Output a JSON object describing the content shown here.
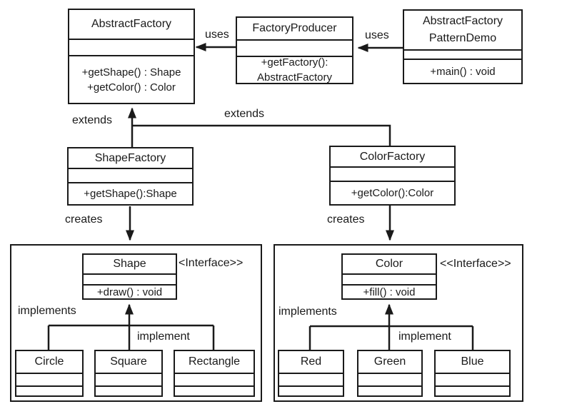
{
  "colors": {
    "background": "#ffffff",
    "line": "#1a1a1a",
    "text": "#1a1a1a"
  },
  "classes": {
    "abstract_factory": {
      "name": "AbstractFactory",
      "methods": "+getShape() : Shape\n+getColor() : Color"
    },
    "factory_producer": {
      "name": "FactoryProducer",
      "methods": "+getFactory():\nAbstractFactory"
    },
    "pattern_demo": {
      "name": "AbstractFactory\nPatternDemo",
      "methods": "+main() : void"
    },
    "shape_factory": {
      "name": "ShapeFactory",
      "methods": "+getShape():Shape"
    },
    "color_factory": {
      "name": "ColorFactory",
      "methods": "+getColor():Color"
    },
    "shape_interface": {
      "name": "Shape",
      "stereotype": "<Interface>>",
      "methods": "+draw() : void"
    },
    "color_interface": {
      "name": "Color",
      "stereotype": "<<Interface>>",
      "methods": "+fill() : void"
    },
    "circle": {
      "name": "Circle"
    },
    "square": {
      "name": "Square"
    },
    "rectangle": {
      "name": "Rectangle"
    },
    "red": {
      "name": "Red"
    },
    "green": {
      "name": "Green"
    },
    "blue": {
      "name": "Blue"
    }
  },
  "labels": {
    "uses_factory_producer": "uses",
    "uses_pattern_demo": "uses",
    "extends_shape": "extends",
    "extends_color": "extends",
    "creates_shape": "creates",
    "creates_color": "creates",
    "implements_shape": "implements",
    "implement_shape": "implement",
    "implements_color": "implements",
    "implement_color": "implement"
  }
}
